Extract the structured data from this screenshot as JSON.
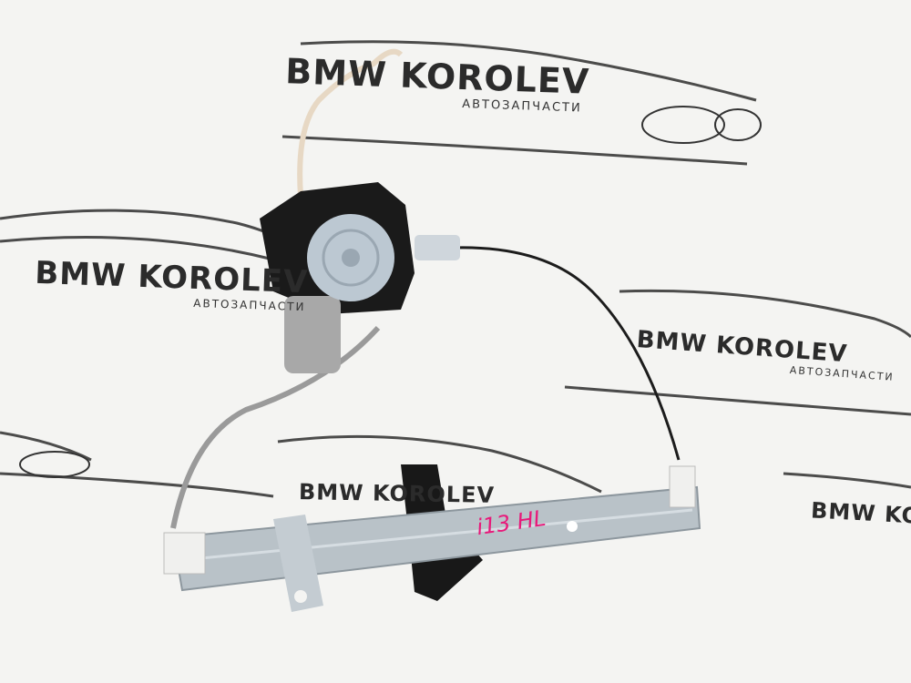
{
  "watermarks": [
    {
      "brand": "BMW KOROLEV",
      "sub": "АВТОЗАПЧАСТИ"
    },
    {
      "brand": "BMW KOROLEV",
      "sub": "АВТОЗАПЧАСТИ"
    },
    {
      "brand": "BMW KOROLEV",
      "sub": "АВТОЗАПЧАСТИ"
    },
    {
      "brand": "BMW KOROLEV",
      "sub": ""
    },
    {
      "brand": "BMW KOROLEV",
      "sub": ""
    }
  ],
  "part_marking": "i13 HL",
  "colors": {
    "background": "#f4f4f2",
    "watermark": "#2b2b2b",
    "motor_housing": "#1a1a1a",
    "motor_cap": "#bcc8d2",
    "rail": "#b9c2c8",
    "marker_ink": "#e8197a"
  }
}
